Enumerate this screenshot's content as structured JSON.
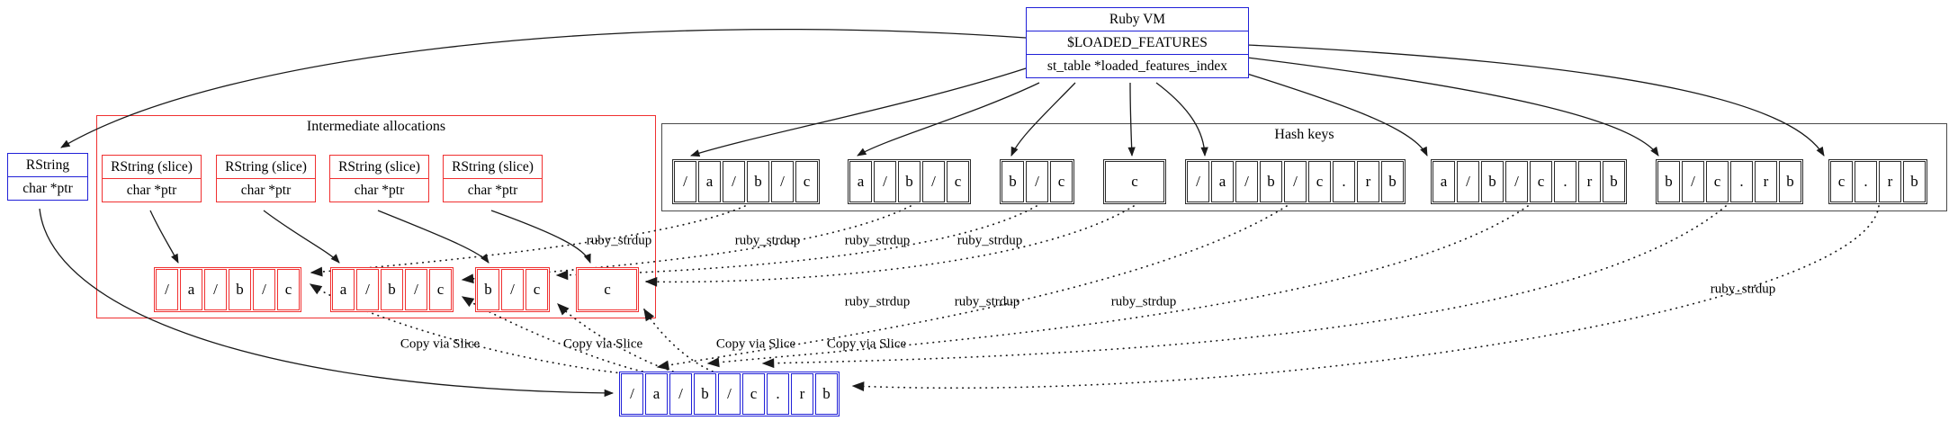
{
  "ruby_vm": {
    "title": "Ruby VM",
    "fields": [
      "$LOADED_FEATURES",
      "st_table *loaded_features_index"
    ]
  },
  "rstring": {
    "title": "RString",
    "field": "char *ptr"
  },
  "clusters": {
    "intermediate_label": "Intermediate allocations",
    "hash_label": "Hash keys"
  },
  "slice_nodes": [
    {
      "title": "RString (slice)",
      "field": "char *ptr"
    },
    {
      "title": "RString (slice)",
      "field": "char *ptr"
    },
    {
      "title": "RString (slice)",
      "field": "char *ptr"
    },
    {
      "title": "RString (slice)",
      "field": "char *ptr"
    }
  ],
  "slice_records": [
    [
      "/",
      "a",
      "/",
      "b",
      "/",
      "c"
    ],
    [
      "a",
      "/",
      "b",
      "/",
      "c"
    ],
    [
      "b",
      "/",
      "c"
    ],
    [
      "c"
    ]
  ],
  "hash_records": [
    [
      "/",
      "a",
      "/",
      "b",
      "/",
      "c"
    ],
    [
      "a",
      "/",
      "b",
      "/",
      "c"
    ],
    [
      "b",
      "/",
      "c"
    ],
    [
      "c"
    ],
    [
      "/",
      "a",
      "/",
      "b",
      "/",
      "c",
      ".",
      "r",
      "b"
    ],
    [
      "a",
      "/",
      "b",
      "/",
      "c",
      ".",
      "r",
      "b"
    ],
    [
      "b",
      "/",
      "c",
      ".",
      "r",
      "b"
    ],
    [
      "c",
      ".",
      "r",
      "b"
    ]
  ],
  "feature_record": [
    "/",
    "a",
    "/",
    "b",
    "/",
    "c",
    ".",
    "r",
    "b"
  ],
  "edge_labels": {
    "ruby_strdup": "ruby_strdup",
    "copy_via_slice": "Copy via Slice"
  },
  "colors": {
    "node_blue": "#2020d8",
    "node_red": "#f03030",
    "edge_black": "#1a1a1a",
    "cluster_border": "#4a4a4a"
  }
}
